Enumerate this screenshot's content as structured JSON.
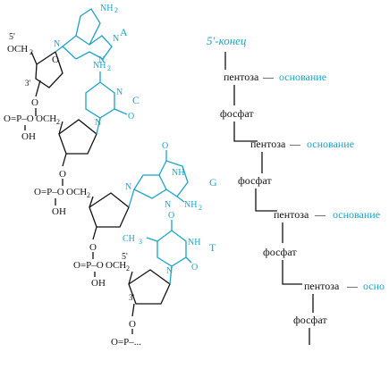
{
  "colors": {
    "ink": "#111111",
    "accent": "#1aa3c8"
  },
  "structure": {
    "labels": {
      "prime5": "5'",
      "prime3": "3'",
      "och2": "OCH",
      "sub2": "2",
      "p_label": "O=P–O",
      "oh": "OH",
      "o": "O",
      "nh2": "NH",
      "nh": "NH",
      "n": "N",
      "o_carbonyl": "O",
      "ch3": "CH",
      "sub3": "3",
      "end": "O=P–..."
    },
    "bases": [
      "A",
      "C",
      "G",
      "T"
    ]
  },
  "scheme": {
    "end_label": "5'-конец",
    "pentose": "пентоза",
    "base": "основание",
    "base_cut": "осно",
    "phosphate": "фосфат",
    "dash": "—"
  }
}
